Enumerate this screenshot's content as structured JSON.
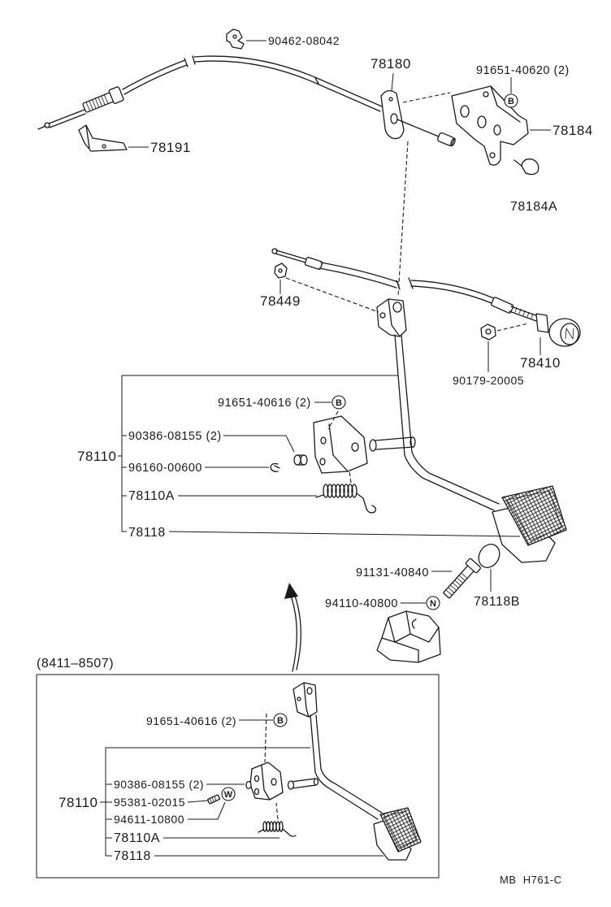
{
  "upper": {
    "clip_no": "90462-08042",
    "cable_no": "78180",
    "bolt_no": "91651-40620 (2)",
    "bracket_no": "78184",
    "support_no": "78191",
    "cap_no": "78184A",
    "link_clip_no": "78449",
    "throttle_no": "78410",
    "nut_no": "90179-20005"
  },
  "pedal": {
    "assy_no": "78110",
    "bolt_no": "91651-40616 (2)",
    "bushing_no": "90386-08155 (2)",
    "clip_no": "96160-00600",
    "spring_no": "78110A",
    "lever_no": "78118",
    "stop_bolt_no": "91131-40840",
    "stop_nut_no": "94110-40800",
    "stopper_no": "78118B"
  },
  "inset": {
    "period": "(8411–8507)",
    "assy_no": "78110",
    "bolt_no": "91651-40616 (2)",
    "bushing_no": "90386-08155 (2)",
    "screw_no": "95381-02015",
    "washer_no": "94611-10800",
    "spring_no": "78110A",
    "lever_no": "78118"
  },
  "marks": {
    "b": "B",
    "n": "N",
    "w": "W"
  },
  "footer_code": "MB  H761-C",
  "colors": {
    "ink": "#1a1a1a",
    "paper": "#ffffff"
  }
}
